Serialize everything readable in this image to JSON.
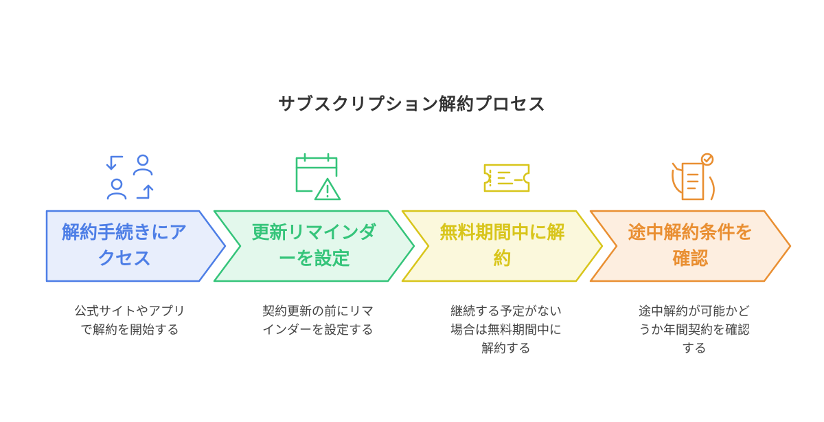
{
  "title": "サブスクリプション解約プロセス",
  "colors": {
    "blue": "#4d7ee6",
    "blue_fill": "#e8eefc",
    "green": "#35c47a",
    "green_fill": "#e3f8ec",
    "yellow": "#d8c51b",
    "yellow_fill": "#fbf8dc",
    "orange": "#e98f32",
    "orange_fill": "#fdeee0"
  },
  "steps": [
    {
      "label_line1": "解約手続きにア",
      "label_line2": "クセス",
      "desc_line1": "公式サイトやアプリ",
      "desc_line2": "で解約を開始する",
      "desc_line3": "",
      "icon": "account-switch-icon"
    },
    {
      "label_line1": "更新リマインダ",
      "label_line2": "ーを設定",
      "desc_line1": "契約更新の前にリマ",
      "desc_line2": "インダーを設定する",
      "desc_line3": "",
      "icon": "calendar-alert-icon"
    },
    {
      "label_line1": "無料期間中に解",
      "label_line2": "約",
      "desc_line1": "継続する予定がない",
      "desc_line2": "場合は無料期間中に",
      "desc_line3": "解約する",
      "icon": "ticket-icon"
    },
    {
      "label_line1": "途中解約条件を",
      "label_line2": "確認",
      "desc_line1": "途中解約が可能かど",
      "desc_line2": "うか年間契約を確認",
      "desc_line3": "する",
      "icon": "checklist-hand-icon"
    }
  ]
}
